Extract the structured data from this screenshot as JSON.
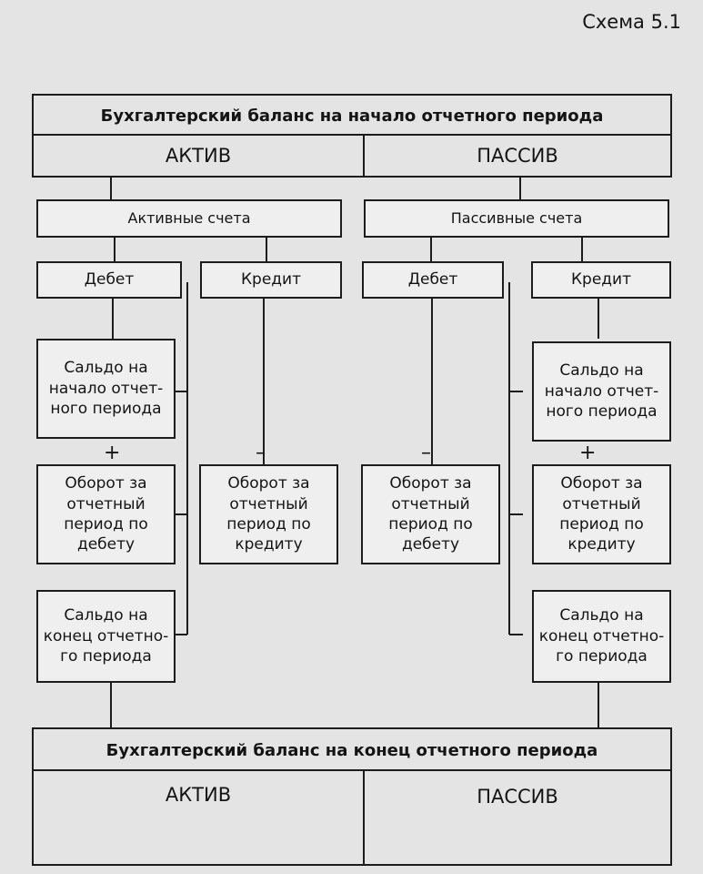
{
  "scheme_label": "Схема 5.1",
  "start_balance": {
    "title": "Бухгалтерский баланс на начало отчетного периода",
    "asset": "АКТИВ",
    "liability": "ПАССИВ"
  },
  "active_accounts": {
    "title": "Активные счета",
    "debit": "Дебет",
    "credit": "Кредит",
    "opening": "Сальдо на\nначало отчет-\nного периода",
    "debit_turnover": "Оборот за\nотчетный\nпериод по\nдебету",
    "credit_turnover": "Оборот за\nотчетный\nпериод по\nкредиту",
    "closing": "Сальдо на\nконец отчетно-\nго периода",
    "plus_sign": "+",
    "minus_sign": "–"
  },
  "passive_accounts": {
    "title": "Пассивные счета",
    "debit": "Дебет",
    "credit": "Кредит",
    "opening": "Сальдо на\nначало отчет-\nного периода",
    "debit_turnover": "Оборот за\nотчетный\nпериод по\nдебету",
    "credit_turnover": "Оборот за\nотчетный\nпериод по\nкредиту",
    "closing": "Сальдо на\nконец отчетно-\nго периода",
    "plus_sign": "+",
    "minus_sign": "–"
  },
  "end_balance": {
    "title": "Бухгалтерский баланс на конец отчетного периода",
    "asset": "АКТИВ",
    "liability": "ПАССИВ"
  }
}
